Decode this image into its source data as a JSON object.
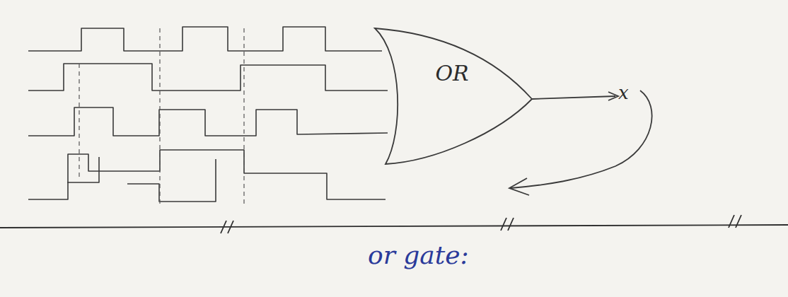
{
  "diagram": {
    "nodes": [
      {
        "text": [
          "OR"
        ]
      }
    ],
    "labels": [
      "x",
      "or gate:"
    ]
  }
}
